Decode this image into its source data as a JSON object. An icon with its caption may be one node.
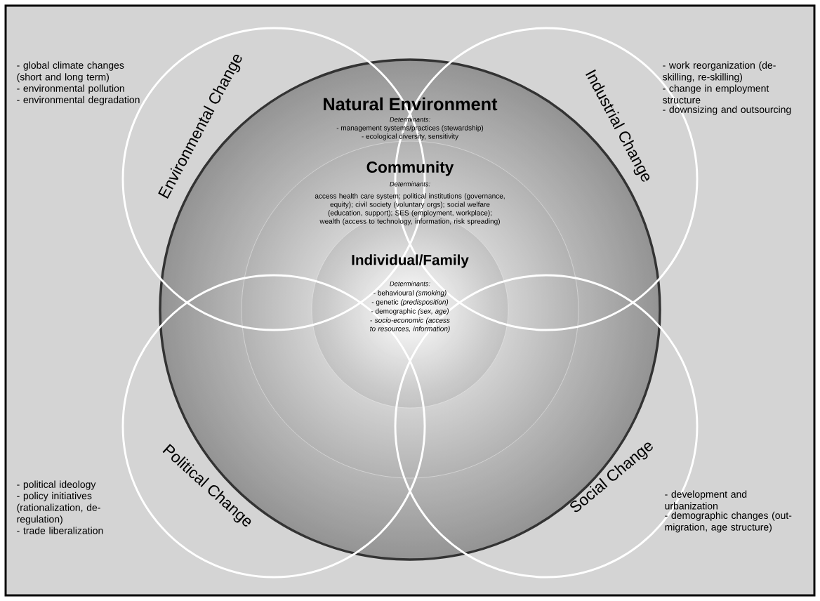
{
  "diagram": {
    "nodes": [
      {
        "text": [
          "Environmental Change"
        ],
        "beside": [
          "- global climate changes (short and long term)",
          "- environmental pollution",
          "- environmental degradation"
        ]
      },
      {
        "text": [
          "Industrial Change"
        ],
        "beside": [
          "- work reorganization (de-skilling, re-skilling)",
          "- change in employment structure",
          "- downsizing and outsourcing"
        ]
      },
      {
        "text": [
          "Natural Environment",
          "Determinants:",
          "- management systems/practices (stewardship)",
          "- ecological diversity, sensitivity"
        ]
      },
      {
        "text": [
          "Community",
          "Determinants:",
          "access health care system; political institutions (governance, equity); civil society (voluntary orgs); social welfare (education, support); SES (employment, workplace); wealth (access to technology, information, risk spreading)"
        ],
        "in": 2
      },
      {
        "text": [
          "Individual/Family",
          "Determinants:",
          "- behavioural *(smoking)*",
          "- genetic *(predisposition)*",
          "- demographic *(sex, age)*",
          "- *socio-economic (access to resources, information)*"
        ],
        "in": 3
      },
      {
        "text": [
          "Political Change"
        ],
        "beside": [
          "- political ideology",
          "- policy initiatives (rationalization, de-regulation)",
          "- trade liberalization"
        ]
      },
      {
        "text": [
          "Social Change"
        ],
        "beside": [
          "- development and urbanization",
          "- demographic changes (out-migration, age structure)"
        ]
      }
    ]
  }
}
